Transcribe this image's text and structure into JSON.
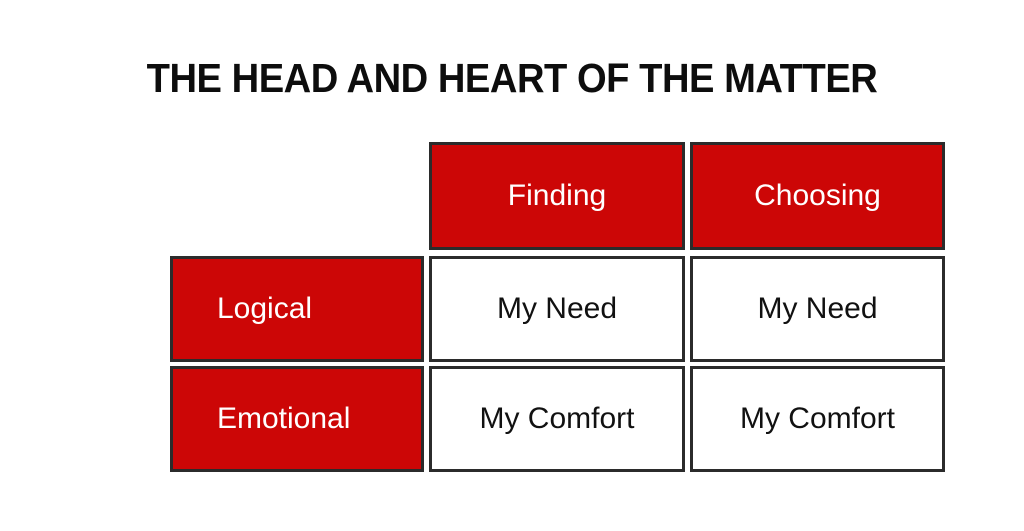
{
  "page": {
    "title": "THE HEAD AND HEART OF THE MATTER",
    "background_color": "#ffffff"
  },
  "theme": {
    "accent_red": "#cc0606",
    "border_color": "#2b2b2b",
    "header_text_color": "#ffffff",
    "body_text_color": "#111111",
    "title_color": "#0d0d0d"
  },
  "matrix": {
    "corner_label": "",
    "column_headers": [
      {
        "label": "Finding"
      },
      {
        "label": "Choosing"
      }
    ],
    "rows": [
      {
        "label": "Logical",
        "cells": [
          {
            "value": "My Need"
          },
          {
            "value": "My Need"
          }
        ]
      },
      {
        "label": "Emotional",
        "cells": [
          {
            "value": "My Comfort"
          },
          {
            "value": "My Comfort"
          }
        ]
      }
    ]
  }
}
